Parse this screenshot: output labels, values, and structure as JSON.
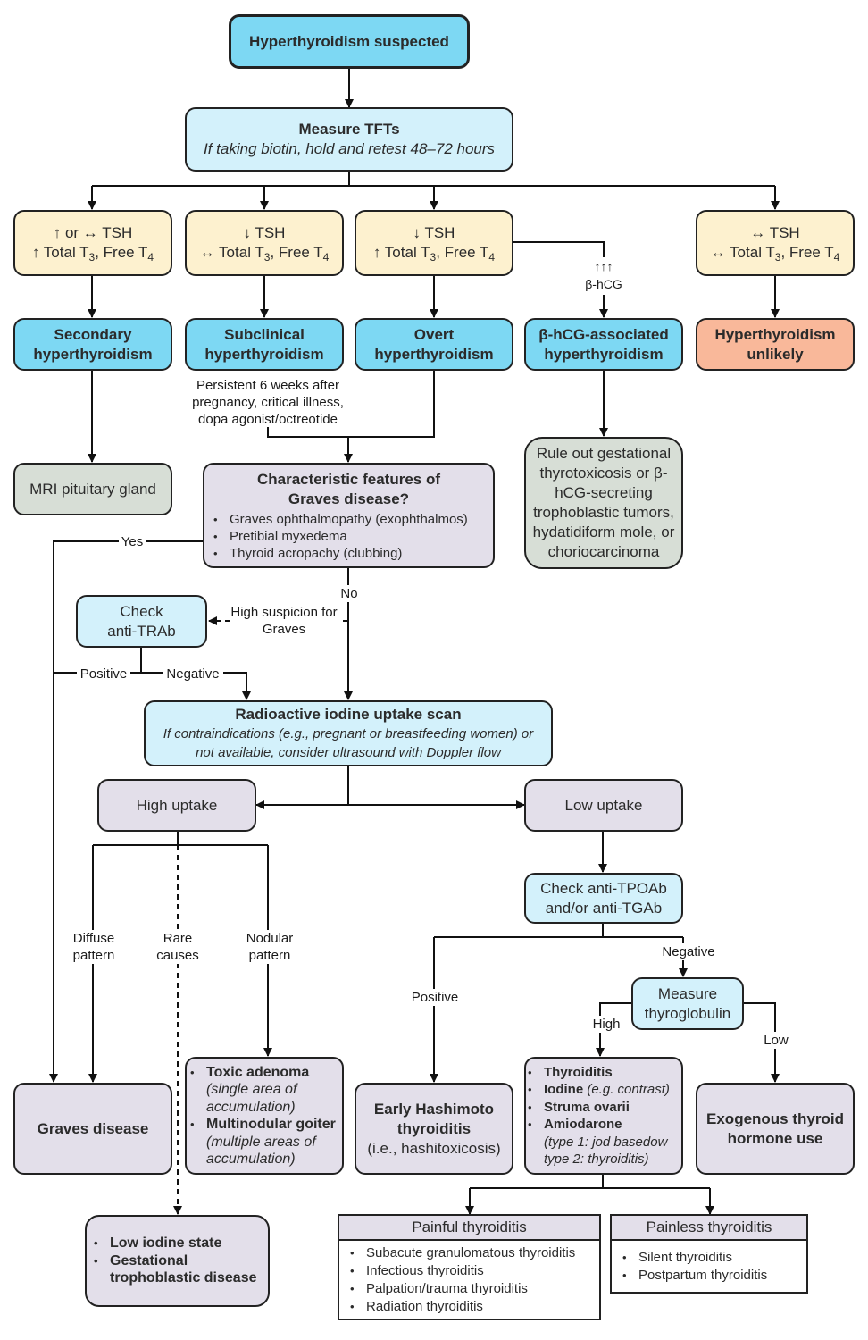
{
  "title": "Hyperthyroidism diagnostic algorithm",
  "colors": {
    "start": "#7dd8f3",
    "diagnosis": "#7dd8f3",
    "test": "#d3f1fb",
    "lab_result": "#fdf1cf",
    "unlikely": "#f9b89a",
    "followup": "#d7ded6",
    "cause": "#e3dfea"
  },
  "nodes": {
    "start": "Hyperthyroidism suspected",
    "measure_tfts": {
      "title": "Measure TFTs",
      "note": "If taking biotin, hold and retest 48–72 hours"
    },
    "lab1": {
      "line1": "↑ or ↔ TSH",
      "line2_prefix": "↑ Total T",
      "t3": "3",
      "mid": ", Free T",
      "t4": "4"
    },
    "lab2": {
      "line1": "↓ TSH",
      "line2_prefix": "↔ Total T",
      "t3": "3",
      "mid": ", Free T",
      "t4": "4"
    },
    "lab3": {
      "line1": "↓ TSH",
      "line2_prefix": "↑ Total T",
      "t3": "3",
      "mid": ", Free T",
      "t4": "4"
    },
    "lab4": {
      "line1": "↔ TSH",
      "line2_prefix": "↔ Total T",
      "t3": "3",
      "mid": ", Free T",
      "t4": "4"
    },
    "secondary": "Secondary hyperthyroidism",
    "subclinical": "Subclinical hyperthyroidism",
    "overt": "Overt hyperthyroidism",
    "hcg_assoc": "β-hCG-associated hyperthyroidism",
    "unlikely": "Hyperthyroidism unlikely",
    "mri": "MRI pituitary gland",
    "rule_out": "Rule out gestational thyrotoxicosis or β-hCG-secreting trophoblastic tumors, hydatidiform mole, or choriocarcinoma",
    "graves_features": {
      "title": "Characteristic features of Graves disease?",
      "items": [
        "Graves ophthalmopathy (exophthalmos)",
        "Pretibial myxedema",
        "Thyroid acropachy (clubbing)"
      ]
    },
    "check_trab": "Check anti-TRAb",
    "raiu": {
      "title": "Radioactive iodine uptake scan",
      "note": "If contraindications (e.g., pregnant or breastfeeding women) or not available, consider ultrasound with Doppler flow"
    },
    "high_uptake": "High uptake",
    "low_uptake": "Low uptake",
    "check_tpo": "Check anti-TPOAb and/or anti-TGAb",
    "measure_tg": "Measure thyroglobulin",
    "graves": "Graves disease",
    "nodular": [
      {
        "name": "Toxic adenoma",
        "note": "(single area of accumulation)"
      },
      {
        "name": "Multinodular goiter",
        "note": "(multiple areas of accumulation)"
      }
    ],
    "hashimoto": {
      "title": "Early Hashimoto thyroiditis",
      "note": "(i.e., hashitoxicosis)"
    },
    "low_uptake_causes": [
      {
        "name": "Thyroiditis",
        "note": ""
      },
      {
        "name": "Iodine",
        "note": "(e.g. contrast)"
      },
      {
        "name": "Struma ovarii",
        "note": ""
      },
      {
        "name": "Amiodarone",
        "note": "(type 1: jod basedow type 2: thyroiditis)"
      }
    ],
    "exogenous": "Exogenous thyroid hormone use",
    "rare_causes": [
      "Low iodine state",
      "Gestational trophoblastic disease"
    ],
    "painful": {
      "title": "Painful thyroiditis",
      "items": [
        "Subacute granulomatous thyroiditis",
        "Infectious thyroiditis",
        "Palpation/trauma thyroiditis",
        "Radiation thyroiditis"
      ]
    },
    "painless": {
      "title": "Painless thyroiditis",
      "items": [
        "Silent thyroiditis",
        "Postpartum thyroiditis"
      ]
    }
  },
  "edge_labels": {
    "hcg": "↑↑↑",
    "hcg2": "β-hCG",
    "persistent": "Persistent 6 weeks after pregnancy, critical illness, dopa agonist/octreotide",
    "yes": "Yes",
    "no": "No",
    "high_suspicion": "High suspicion for Graves",
    "positive": "Positive",
    "negative": "Negative",
    "diffuse": "Diffuse pattern",
    "rare": "Rare causes",
    "nodular": "Nodular pattern",
    "tpo_positive": "Positive",
    "tpo_negative": "Negative",
    "tg_high": "High",
    "tg_low": "Low"
  }
}
